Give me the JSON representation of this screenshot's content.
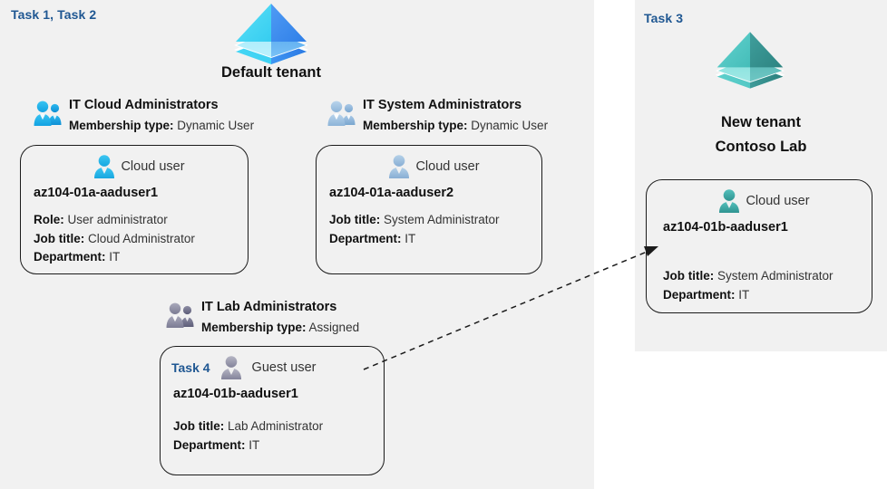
{
  "panels": {
    "left": {
      "task_label": "Task 1, Task 2"
    },
    "right": {
      "task_label": "Task 3"
    }
  },
  "colors": {
    "task_label": "#1f5792",
    "panel_background": "#f1f1f1",
    "page_background": "#ffffff",
    "tenant_default_logo": "#3fc6f5",
    "tenant_default_logo_alt": "#3d8ef0",
    "tenant_new_logo": "#4fc3c0",
    "tenant_new_logo_alt": "#2f8f8c",
    "group_icon_cloud_admins": "#18b0e8",
    "group_icon_system_admins": "#9dc0e0",
    "group_icon_lab_admins": "#8f8fa5",
    "card_border": "#1b1b1b",
    "connector": "#1b1b1b"
  },
  "default_tenant": {
    "logo_name": "azure-ad-tenant-logo",
    "caption": "Default tenant"
  },
  "new_tenant": {
    "logo_name": "azure-ad-tenant-logo",
    "caption_line1": "New  tenant",
    "caption_line2": "Contoso Lab"
  },
  "groups": [
    {
      "id": "it-cloud-administrators",
      "title": "IT Cloud Administrators",
      "membership_label": "Membership type:",
      "membership_value": "Dynamic User",
      "icon": "group-users-icon"
    },
    {
      "id": "it-system-administrators",
      "title": "IT System Administrators",
      "membership_label": "Membership type:",
      "membership_value": "Dynamic User",
      "icon": "group-users-icon"
    },
    {
      "id": "it-lab-administrators",
      "title": "IT Lab Administrators",
      "membership_label": "Membership type:",
      "membership_value": "Assigned",
      "icon": "group-users-icon"
    }
  ],
  "cards": [
    {
      "id": "az104-01a-aaduser1",
      "task_tag": "",
      "user_kind": "Cloud user",
      "icon": "cloud-user-icon",
      "name": "az104-01a-aaduser1",
      "props": [
        {
          "label": "Role:",
          "value": "User administrator"
        },
        {
          "label": "Job title:",
          "value": "Cloud Administrator"
        },
        {
          "label": "Department:",
          "value": "IT"
        }
      ]
    },
    {
      "id": "az104-01a-aaduser2",
      "task_tag": "",
      "user_kind": "Cloud user",
      "icon": "cloud-user-icon",
      "name": "az104-01a-aaduser2",
      "props": [
        {
          "label": "Job title:",
          "value": "System Administrator"
        },
        {
          "label": "Department:",
          "value": "IT"
        }
      ]
    },
    {
      "id": "az104-01b-aaduser1-guest",
      "task_tag": "Task 4",
      "user_kind": "Guest user",
      "icon": "guest-user-icon",
      "name": "az104-01b-aaduser1",
      "props": [
        {
          "label": "Job title:",
          "value": "Lab Administrator"
        },
        {
          "label": "Department:",
          "value": "IT"
        }
      ]
    },
    {
      "id": "az104-01b-aaduser1-cloud",
      "task_tag": "",
      "user_kind": "Cloud user",
      "icon": "cloud-user-icon",
      "name": "az104-01b-aaduser1",
      "props": [
        {
          "label": "Job title:",
          "value": "System Administrator"
        },
        {
          "label": "Department:",
          "value": "IT"
        }
      ]
    }
  ],
  "connector": {
    "name": "guest-to-cloud-user-arrow",
    "style": "dashed",
    "from": "az104-01b-aaduser1-guest",
    "to": "az104-01b-aaduser1-cloud"
  }
}
